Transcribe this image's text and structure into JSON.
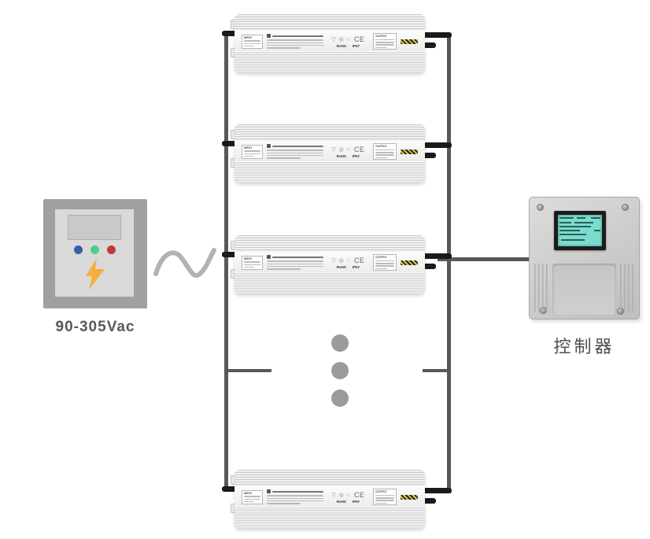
{
  "power_source": {
    "label": "90-305Vac",
    "indicator_colors": {
      "blue": "#3A5BA9",
      "green": "#4FCB8D",
      "red": "#C03A38"
    },
    "bolt_color": "#F6AE3F"
  },
  "ac_wave": {
    "color": "#B5B2AD"
  },
  "wiring": {
    "bus_color": "#58585B",
    "cable_color": "#1A1A1A"
  },
  "drivers": {
    "visible_count": 4,
    "more_indicator_dots": 3,
    "label": {
      "input_header": "INPUT",
      "output_header": "OUTPUT",
      "rohs": "RoHS",
      "ip67": "IP67",
      "ce": "CE",
      "cert_icons": "▽ ◎ ○"
    }
  },
  "ellipsis": {
    "dot_color": "#9B9B9B"
  },
  "controller": {
    "label": "控制器",
    "screen_color": "#7BDCCE"
  }
}
